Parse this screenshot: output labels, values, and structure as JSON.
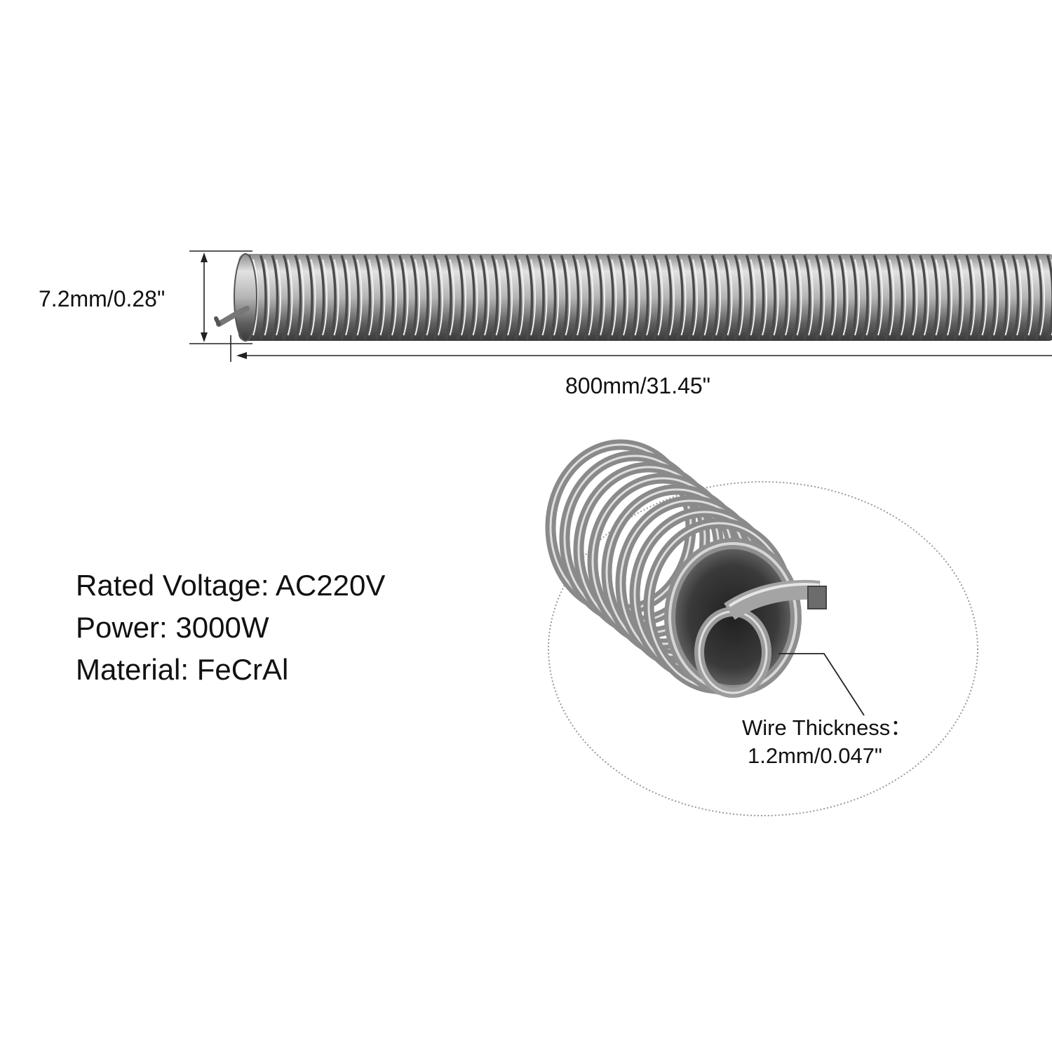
{
  "dimensions": {
    "diameter": "7.2mm/0.28\"",
    "length": "800mm/31.45\""
  },
  "specs": [
    "Rated Voltage: AC220V",
    "Power: 3000W",
    "Material: FeCrAl"
  ],
  "wire_thickness": {
    "label": "Wire Thickness：",
    "value": "1.2mm/0.047\""
  },
  "colors": {
    "metal_light": "#e4e4e4",
    "metal_mid": "#a8a8a8",
    "metal_dark": "#3a3a3a",
    "line": "#222222",
    "dotted_outline": "#9a9a9a"
  }
}
